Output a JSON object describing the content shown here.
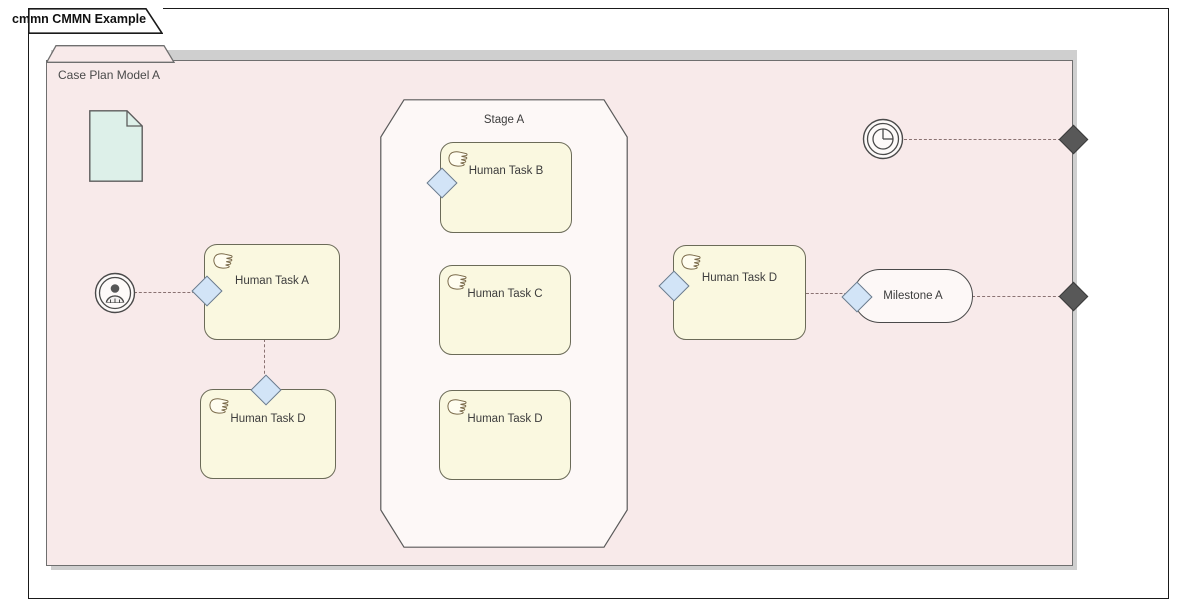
{
  "frame": {
    "tab_label": "cmmn CMMN Example"
  },
  "case_plan": {
    "label": "Case Plan Model A",
    "fill": "#f8eaea",
    "stroke": "#6f6f6f"
  },
  "stage": {
    "label": "Stage A",
    "fill": "#fdf8f7",
    "stroke": "#5a5a5a"
  },
  "colors": {
    "task_fill": "#faf8e0",
    "task_stroke": "#6b6b58",
    "entry_sentry_fill": "#d2e4f7",
    "exit_sentry_fill": "#585858",
    "case_file_fill": "#ddf0e9",
    "connector": "#8a7272",
    "milestone_fill": "#fdf8f7"
  },
  "elements": {
    "case_file_item": {
      "name": "case-file-item",
      "icon": "document-icon"
    },
    "user_event_listener": {
      "name": "user-event-listener",
      "icon": "user-event-icon"
    },
    "timer_event_listener": {
      "name": "timer-event-listener",
      "icon": "timer-event-icon"
    },
    "tasks": [
      {
        "id": "human-task-a",
        "label": "Human Task A",
        "icon": "hand-icon",
        "sentry": "entry-left"
      },
      {
        "id": "human-task-d-left",
        "label": "Human Task D",
        "icon": "hand-icon",
        "sentry": "entry-top"
      },
      {
        "id": "human-task-b",
        "label": "Human Task B",
        "icon": "hand-icon",
        "sentry": "entry-left"
      },
      {
        "id": "human-task-c",
        "label": "Human Task C",
        "icon": "hand-icon",
        "sentry": "none"
      },
      {
        "id": "human-task-d-stage",
        "label": "Human Task D",
        "icon": "hand-icon",
        "sentry": "none"
      },
      {
        "id": "human-task-d-right",
        "label": "Human Task D",
        "icon": "hand-icon",
        "sentry": "entry-left"
      }
    ],
    "milestone": {
      "id": "milestone-a",
      "label": "Milestone A",
      "sentry": "entry-left"
    },
    "exit_criteria": [
      {
        "id": "exit-criterion-top"
      },
      {
        "id": "exit-criterion-bottom"
      }
    ]
  }
}
